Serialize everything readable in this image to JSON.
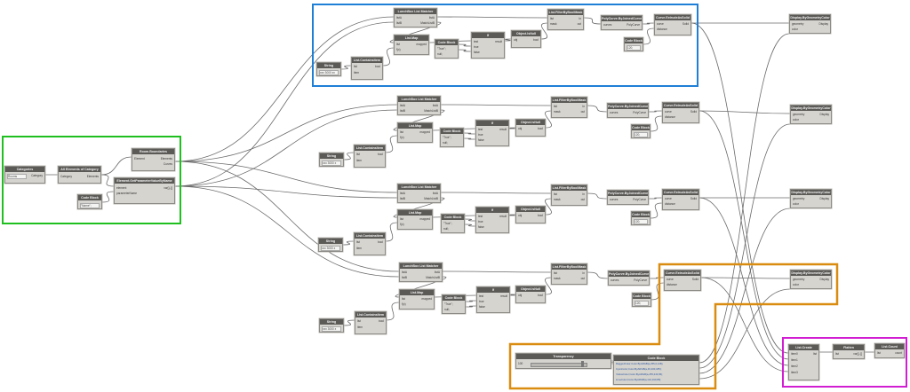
{
  "colors": {
    "group_blue": "#1f7fd6",
    "group_green": "#1fbf1f",
    "group_orange": "#d98c10",
    "group_magenta": "#d21ed2",
    "wire": "#6a6a6a",
    "node_body": "#d6d4cf",
    "node_header": "#5b5a57"
  },
  "nodes": {
    "categories": {
      "title": "Categories",
      "out": "Category",
      "value": "Rooms"
    },
    "all_elements": {
      "title": "All Elements of Category",
      "in": "Category",
      "out": "Elements"
    },
    "room_boundaries": {
      "title": "Room.Boundaries",
      "in": "Element",
      "out_a": "Elements",
      "out_b": "Curves"
    },
    "param_value": {
      "title": "Element.GetParameterValueByName",
      "in_a": "element",
      "in_b": "parameterName",
      "out": "var[]..[]"
    },
    "code_block_main": {
      "title": "Code Block",
      "code": "\"Name\";"
    },
    "row1": {
      "lacing": {
        "title": "LunchBox List Matcher",
        "a": "listA",
        "b": "listB",
        "o1": "listA",
        "o2": "MatchListB"
      },
      "listmap": {
        "title": "List.Map",
        "a": "list",
        "b": "f(x)",
        "o": "mapped"
      },
      "string": {
        "title": "String",
        "value": "xxx 3000 xx"
      },
      "contains": {
        "title": "List.ContainsItem",
        "a": "list",
        "b": "item",
        "o": "bool"
      },
      "codeblock": {
        "title": "Code Block",
        "l1": "\"True\";",
        "l2": "null;"
      },
      "if": {
        "title": "If",
        "a": "test",
        "b": "true",
        "c": "false",
        "o": "result"
      },
      "isnull": {
        "title": "Object.IsNull",
        "a": "obj",
        "o": "bool"
      },
      "filter": {
        "title": "List.FilterByBoolMask",
        "a": "list",
        "b": "mask",
        "o1": "in",
        "o2": "out"
      },
      "polycurve": {
        "title": "PolyCurve.ByJoinedCurves",
        "a": "curves",
        "o": "PolyCurve"
      },
      "extrude": {
        "title": "Curve.ExtrudeAsSolid",
        "a": "curve",
        "b": "distance",
        "o": "Solid"
      },
      "cb_dist": {
        "title": "Code Block",
        "code": "120;"
      },
      "display": {
        "title": "Display.ByGeometryColor",
        "a": "geometry",
        "b": "color",
        "o": "Display"
      }
    },
    "row2": {
      "lacing": {
        "title": "LunchBox List Matcher",
        "a": "listA",
        "b": "listB",
        "o1": "listA",
        "o2": "MatchListB"
      },
      "listmap": {
        "title": "List.Map",
        "a": "list",
        "b": "f(x)",
        "o": "mapped"
      },
      "string": {
        "title": "String",
        "value": "xxx 3000 x"
      },
      "contains": {
        "title": "List.ContainsItem",
        "a": "list",
        "b": "item",
        "o": "bool"
      },
      "codeblock": {
        "title": "Code Block",
        "l1": "\"True\";",
        "l2": "null;"
      },
      "if": {
        "title": "If",
        "a": "test",
        "b": "true",
        "c": "false",
        "o": "result"
      },
      "isnull": {
        "title": "Object.IsNull",
        "a": "obj",
        "o": "bool"
      },
      "filter": {
        "title": "List.FilterByBoolMask",
        "a": "list",
        "b": "mask",
        "o1": "in",
        "o2": "out"
      },
      "polycurve": {
        "title": "PolyCurve.ByJoinedCurves",
        "a": "curves",
        "o": "PolyCurve"
      },
      "extrude": {
        "title": "Curve.ExtrudeAsSolid",
        "a": "curve",
        "b": "distance",
        "o": "Solid"
      },
      "cb_dist": {
        "title": "Code Block",
        "code": "120;"
      },
      "display": {
        "title": "Display.ByGeometryColor",
        "a": "geometry",
        "b": "color",
        "o": "Display"
      }
    },
    "row3": {
      "lacing": {
        "title": "LunchBox List Matcher",
        "a": "listA",
        "b": "listB",
        "o1": "listA",
        "o2": "MatchListB"
      },
      "listmap": {
        "title": "List.Map",
        "a": "list",
        "b": "f(x)",
        "o": "mapped"
      },
      "string": {
        "title": "String",
        "value": "xxx 3000 x"
      },
      "contains": {
        "title": "List.ContainsItem",
        "a": "list",
        "b": "item",
        "o": "bool"
      },
      "codeblock": {
        "title": "Code Block",
        "l1": "\"True\";",
        "l2": "null;"
      },
      "if": {
        "title": "If",
        "a": "test",
        "b": "true",
        "c": "false",
        "o": "result"
      },
      "isnull": {
        "title": "Object.IsNull",
        "a": "obj",
        "o": "bool"
      },
      "filter": {
        "title": "List.FilterByBoolMask",
        "a": "list",
        "b": "mask",
        "o1": "in",
        "o2": "out"
      },
      "polycurve": {
        "title": "PolyCurve.ByJoinedCurves",
        "a": "curves",
        "o": "PolyCurve"
      },
      "extrude": {
        "title": "Curve.ExtrudeAsSolid",
        "a": "curve",
        "b": "distance",
        "o": "Solid"
      },
      "cb_dist": {
        "title": "Code Block",
        "code": "120;"
      },
      "display": {
        "title": "Display.ByGeometryColor",
        "a": "geometry",
        "b": "color",
        "o": "Display"
      }
    },
    "row4": {
      "lacing": {
        "title": "LunchBox List Matcher",
        "a": "listA",
        "b": "listB",
        "o1": "listA",
        "o2": "MatchListB"
      },
      "listmap": {
        "title": "List.Map",
        "a": "list",
        "b": "f(x)",
        "o": "mapped"
      },
      "string": {
        "title": "String",
        "value": "xxx 3000 x"
      },
      "contains": {
        "title": "List.ContainsItem",
        "a": "list",
        "b": "item",
        "o": "bool"
      },
      "codeblock": {
        "title": "Code Block",
        "l1": "\"True\";",
        "l2": "null;"
      },
      "if": {
        "title": "If",
        "a": "test",
        "b": "true",
        "c": "false",
        "o": "result"
      },
      "isnull": {
        "title": "Object.IsNull",
        "a": "obj",
        "o": "bool"
      },
      "filter": {
        "title": "List.FilterByBoolMask",
        "a": "list",
        "b": "mask",
        "o1": "in",
        "o2": "out"
      },
      "polycurve": {
        "title": "PolyCurve.ByJoinedCurves",
        "a": "curves",
        "o": "PolyCurve"
      },
      "extrude": {
        "title": "Curve.ExtrudeAsSolid",
        "a": "curve",
        "b": "distance",
        "o": "Solid"
      },
      "cb_dist": {
        "title": "Code Block",
        "code": "120;"
      },
      "display": {
        "title": "Display.ByGeometryColor",
        "a": "geometry",
        "b": "color",
        "o": "Display"
      }
    },
    "transparency": {
      "title": "Transparency",
      "value": "100"
    },
    "color_code": {
      "title": "Code Block",
      "l1": "RaggedColor;Color.ByARGB(a,255,0,128);",
      "l2": "CyanColor;Color.ByARGB(a,46,200,185);",
      "l3": "YellowColor;Color.ByARGB(a,255,243,95);",
      "l4": "LimeColor;Color.ByARGB(a,144,190,85);"
    },
    "list_create": {
      "title": "List.Create",
      "a": "item0",
      "b": "item1",
      "c": "item2",
      "d": "item3",
      "o": "list"
    },
    "flatten": {
      "title": "Flatten",
      "a": "list",
      "o": "var[]..[]"
    },
    "list_count": {
      "title": "List.Count",
      "a": "list",
      "o": "count"
    }
  }
}
